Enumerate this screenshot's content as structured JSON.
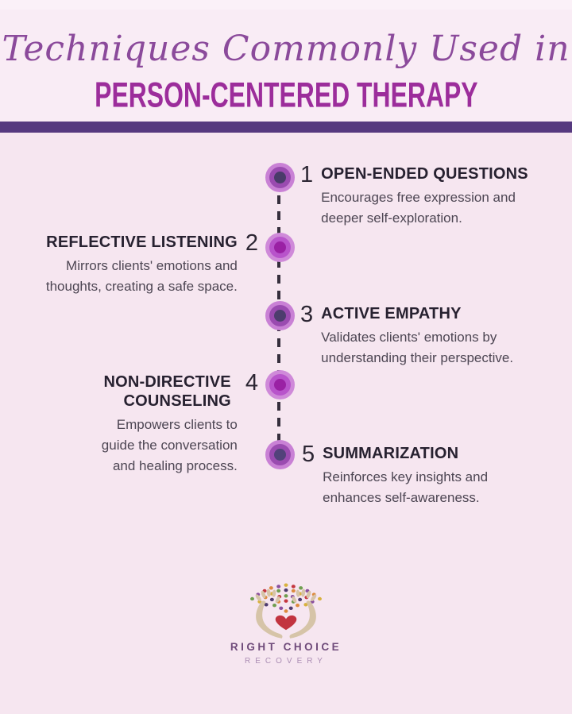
{
  "page": {
    "background": "#f6e6f0",
    "header_background": "#f9ecf5"
  },
  "header": {
    "script_title": "Techniques Commonly Used in",
    "script_color": "#8b4a9b",
    "main_title": "PERSON-CENTERED THERAPY",
    "main_color": "#9c2d9b",
    "divider_color": "#56397f"
  },
  "timeline": {
    "line_color": "#352e3c",
    "items": [
      {
        "number": "1",
        "side": "right",
        "title": "OPEN-ENDED QUESTIONS",
        "description": "Encourages free expression and deeper self-exploration.",
        "dot": {
          "outer": "#c981d5",
          "mid": "#9a4bb0",
          "core": "#493b69"
        }
      },
      {
        "number": "2",
        "side": "left",
        "title": "REFLECTIVE LISTENING",
        "description": "Mirrors clients' emotions and thoughts, creating a safe space.",
        "dot": {
          "outer": "#cf8ad9",
          "mid": "#b854cb",
          "core": "#9a21a4"
        }
      },
      {
        "number": "3",
        "side": "right",
        "title": "ACTIVE EMPATHY",
        "description": "Validates clients' emotions by understanding their perspective.",
        "dot": {
          "outer": "#c981d5",
          "mid": "#9a4bb0",
          "core": "#4d3d6e"
        }
      },
      {
        "number": "4",
        "side": "left",
        "title": "NON-DIRECTIVE COUNSELING",
        "description": "Empowers clients to guide the conversation and healing process.",
        "dot": {
          "outer": "#cf8ad9",
          "mid": "#b854cb",
          "core": "#9a21a4"
        }
      },
      {
        "number": "5",
        "side": "right",
        "title": "SUMMARIZATION",
        "description": "Reinforces key insights and enhances self-awareness.",
        "dot": {
          "outer": "#c981d5",
          "mid": "#9a4bb0",
          "core": "#52427a"
        }
      }
    ]
  },
  "logo": {
    "line1": "RIGHT CHOICE",
    "line2": "RECOVERY",
    "hand_color": "#d6c4a8",
    "heart_color": "#c23440",
    "confetti_colors": {
      "o": "#dd8a3e",
      "r": "#c4363f",
      "g": "#d8b13e",
      "gr": "#6f9e4f",
      "p": "#8a4f9e",
      "d": "#4e3c6e"
    },
    "confetti": [
      [
        55,
        4,
        "g"
      ],
      [
        46,
        6,
        "p"
      ],
      [
        64,
        6,
        "r"
      ],
      [
        37,
        8,
        "o"
      ],
      [
        73,
        8,
        "gr"
      ],
      [
        29,
        12,
        "r"
      ],
      [
        46,
        12,
        "gr"
      ],
      [
        55,
        11,
        "d"
      ],
      [
        64,
        12,
        "o"
      ],
      [
        81,
        12,
        "p"
      ],
      [
        21,
        17,
        "p"
      ],
      [
        38,
        16,
        "g"
      ],
      [
        72,
        16,
        "g"
      ],
      [
        89,
        17,
        "o"
      ],
      [
        30,
        21,
        "o"
      ],
      [
        47,
        20,
        "r"
      ],
      [
        55,
        19,
        "gr"
      ],
      [
        63,
        20,
        "p"
      ],
      [
        80,
        21,
        "r"
      ],
      [
        14,
        23,
        "gr"
      ],
      [
        38,
        24,
        "d"
      ],
      [
        72,
        24,
        "d"
      ],
      [
        96,
        23,
        "g"
      ],
      [
        23,
        27,
        "g"
      ],
      [
        46,
        27,
        "o"
      ],
      [
        55,
        26,
        "r"
      ],
      [
        64,
        27,
        "gr"
      ],
      [
        87,
        27,
        "p"
      ],
      [
        31,
        31,
        "d"
      ],
      [
        79,
        31,
        "g"
      ],
      [
        41,
        32,
        "gr"
      ],
      [
        69,
        32,
        "o"
      ],
      [
        49,
        36,
        "p"
      ],
      [
        61,
        36,
        "d"
      ],
      [
        55,
        40,
        "o"
      ]
    ]
  }
}
